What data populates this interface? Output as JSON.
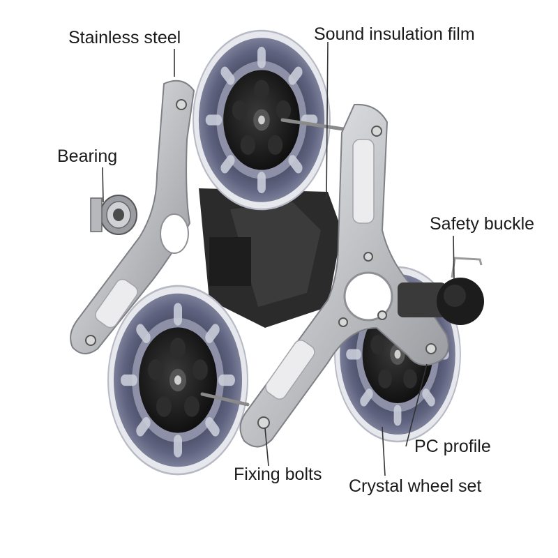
{
  "labels": {
    "stainless_steel": "Stainless steel",
    "sound_insulation_film": "Sound insulation film",
    "bearing": "Bearing",
    "safety_buckle": "Safety buckle",
    "pc_profile": "PC profile",
    "fixing_bolts": "Fixing bolts",
    "crystal_wheel_set": "Crystal wheel set"
  },
  "colors": {
    "steel": "#c9cbce",
    "steel_dark": "#8e9094",
    "wheel_tire": "#5c5f78",
    "wheel_rim": "#d7d9e0",
    "hub": "#151515",
    "leader": "#333333"
  }
}
